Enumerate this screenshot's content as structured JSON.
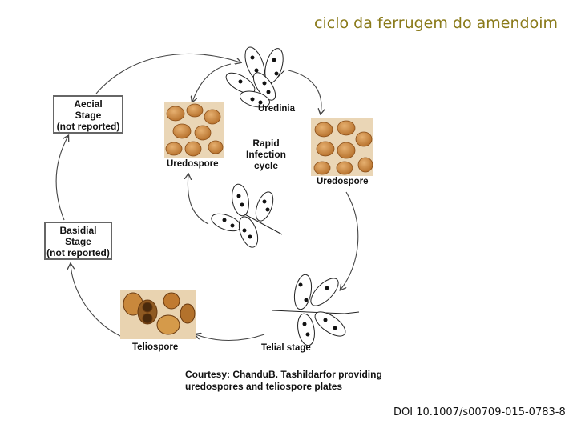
{
  "title": "ciclo da ferrugem do amendoim",
  "stages": {
    "aecial": [
      "Aecial",
      "Stage",
      "(not reported)"
    ],
    "basidial": [
      "Basidial",
      "Stage",
      "(not reported)"
    ]
  },
  "labels": {
    "uredinia": "Uredinia",
    "uredospore_left": "Uredospore",
    "uredospore_right": "Uredospore",
    "teliospore": "Teliospore",
    "telial_stage": "Telial stage"
  },
  "center": [
    "Rapid",
    "Infection",
    "cycle"
  ],
  "courtesy": [
    "Courtesy: ChanduB. Tashildarfor providing",
    "uredospores and teliospore plates"
  ],
  "doi": "DOI 10.1007/s00709-015-0783-8",
  "colors": {
    "title": "#8a7a1a",
    "spore_fill": "#c8843a",
    "photo_bg": "#e9d3b0"
  }
}
